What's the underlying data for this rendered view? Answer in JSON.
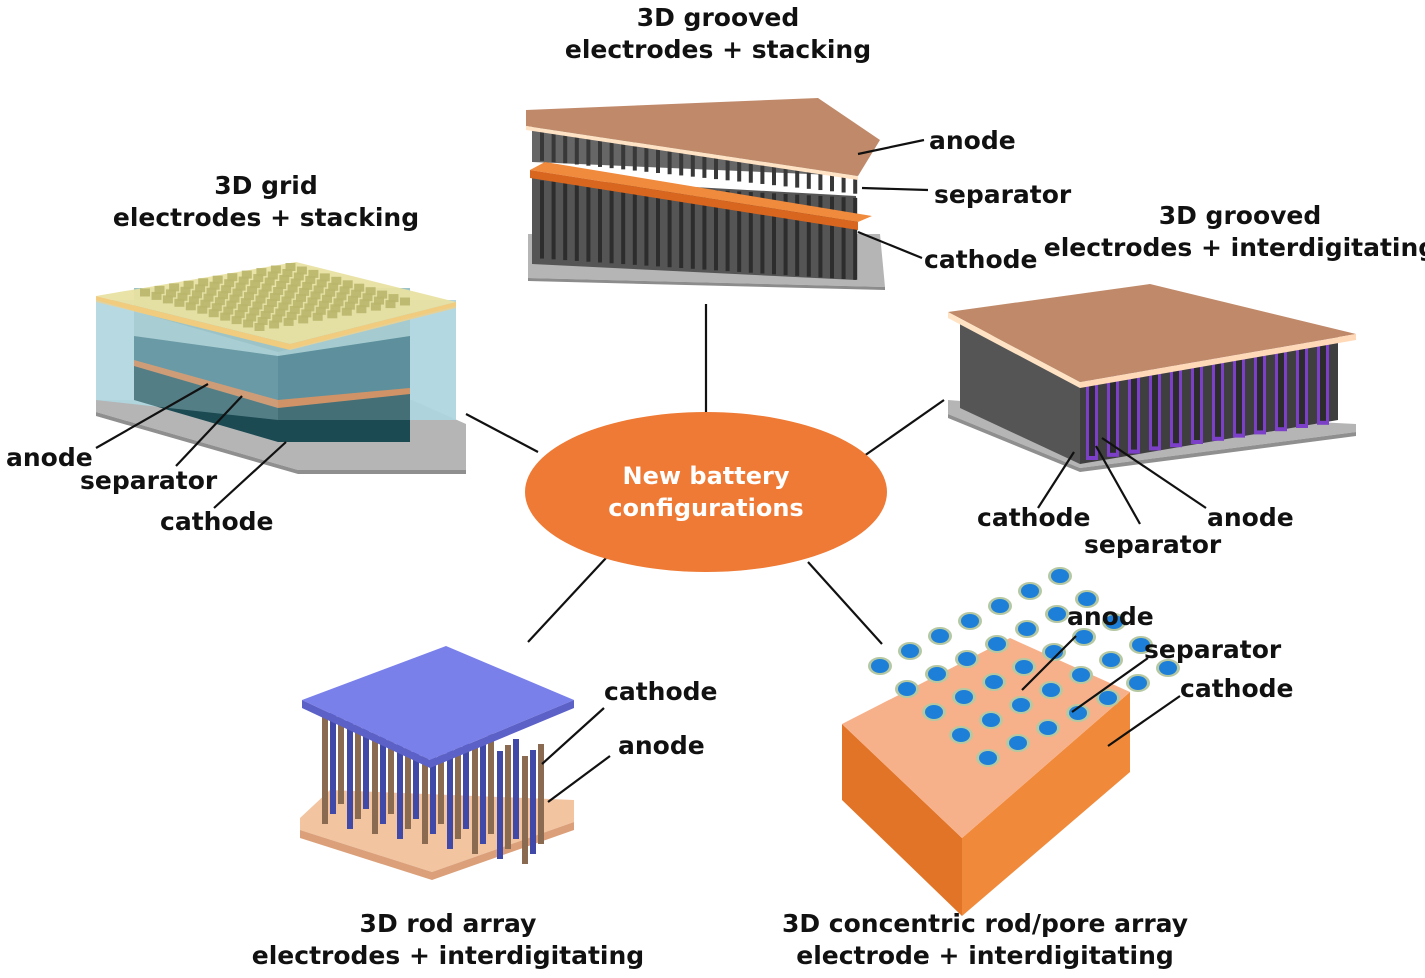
{
  "hub": {
    "line1": "New battery",
    "line2": "configurations",
    "color": "#ee7a35"
  },
  "panels": {
    "top": {
      "title1": "3D grooved",
      "title2": "electrodes + stacking",
      "labels": {
        "anode": "anode",
        "separator": "separator",
        "cathode": "cathode"
      }
    },
    "left": {
      "title1": "3D grid",
      "title2": "electrodes + stacking",
      "labels": {
        "anode": "anode",
        "separator": "separator",
        "cathode": "cathode"
      }
    },
    "right": {
      "title1": "3D grooved",
      "title2": "electrodes + interdigitating",
      "labels": {
        "cathode": "cathode",
        "separator": "separator",
        "anode": "anode"
      }
    },
    "bottom_left": {
      "title1": "3D rod array",
      "title2": "electrodes + interdigitating",
      "labels": {
        "cathode": "cathode",
        "anode": "anode"
      }
    },
    "bottom_right": {
      "title1": "3D concentric rod/pore array",
      "title2": "electrode + interdigitating",
      "labels": {
        "anode": "anode",
        "separator": "separator",
        "cathode": "cathode"
      }
    }
  },
  "colors": {
    "anode_copper": "#c0896a",
    "separator_orange": "#ee7a35",
    "cathode_gray": "#5b5b5b",
    "base_gray": "#b8b8b8",
    "rod_plate_blue": "#7a80ea",
    "pore_blue": "#1e7fd8"
  }
}
